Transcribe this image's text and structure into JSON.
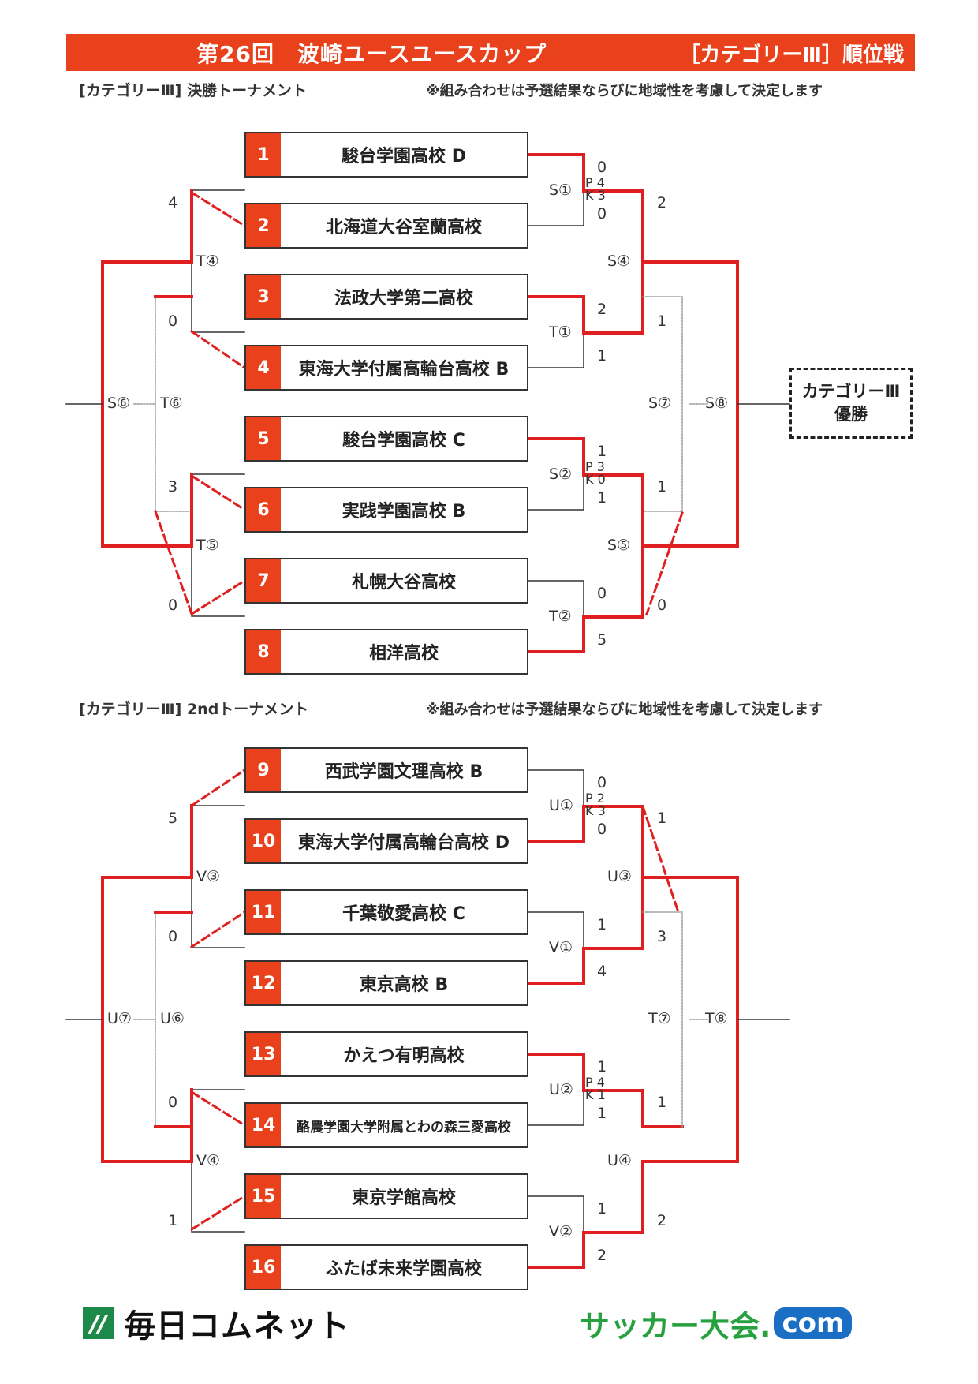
{
  "header": {
    "title": "第26回　波崎ユースユースカップ",
    "right": "［カテゴリーⅢ］順位戦"
  },
  "sections": [
    {
      "title": "[カテゴリーⅢ] 決勝トーナメント",
      "note": "※組み合わせは予選結果ならびに地域性を考慮して決定します"
    },
    {
      "title": "[カテゴリーⅢ] 2ndトーナメント",
      "note": "※組み合わせは予選結果ならびに地域性を考慮して決定します"
    }
  ],
  "teams": [
    {
      "seed": "1",
      "name": "駿台学園高校 D"
    },
    {
      "seed": "2",
      "name": "北海道大谷室蘭高校"
    },
    {
      "seed": "3",
      "name": "法政大学第二高校"
    },
    {
      "seed": "4",
      "name": "東海大学付属高輪台高校 B"
    },
    {
      "seed": "5",
      "name": "駿台学園高校 C"
    },
    {
      "seed": "6",
      "name": "実践学園高校 B"
    },
    {
      "seed": "7",
      "name": "札幌大谷高校"
    },
    {
      "seed": "8",
      "name": "相洋高校"
    },
    {
      "seed": "9",
      "name": "西武学園文理高校 B"
    },
    {
      "seed": "10",
      "name": "東海大学付属高輪台高校 D"
    },
    {
      "seed": "11",
      "name": "千葉敬愛高校 C"
    },
    {
      "seed": "12",
      "name": "東京高校 B"
    },
    {
      "seed": "13",
      "name": "かえつ有明高校"
    },
    {
      "seed": "14",
      "name": "酪農学園大学附属とわの森三愛高校"
    },
    {
      "seed": "15",
      "name": "東京学館高校"
    },
    {
      "seed": "16",
      "name": "ふたば未来学園高校"
    }
  ],
  "match_labels": {
    "s1": "S①",
    "s2": "S②",
    "t1": "T①",
    "t2": "T②",
    "s4": "S④",
    "s5": "S⑤",
    "t4": "T④",
    "t5": "T⑤",
    "s6": "S⑥",
    "t6": "T⑥",
    "s7": "S⑦",
    "s8": "S⑧",
    "u1": "U①",
    "u2": "U②",
    "v1": "V①",
    "v2": "V②",
    "u3": "U③",
    "u4": "U④",
    "v3": "V③",
    "v4": "V④",
    "u7": "U⑦",
    "u6": "U⑥",
    "t7": "T⑦",
    "t8": "T⑧"
  },
  "scores": {
    "s1_top": "0",
    "s1_bot": "0",
    "s1_pk": "P 4",
    "s1_pk2": "K 3",
    "s2_top": "1",
    "s2_bot": "1",
    "s2_pk": "P 3",
    "s2_pk2": "K 0",
    "t1_top": "2",
    "t1_bot": "1",
    "t2_top": "0",
    "t2_bot": "5",
    "s4_top": "2",
    "s4_bot": "1",
    "s5_top": "1",
    "s5_bot": "0",
    "t4_top": "4",
    "t4_bot": "0",
    "t5_top": "3",
    "t5_bot": "0",
    "u1_top": "0",
    "u1_bot": "0",
    "u1_pk": "P 2",
    "u1_pk2": "K 3",
    "u2_top": "1",
    "u2_bot": "1",
    "u2_pk": "P 4",
    "u2_pk2": "K 1",
    "v1_top": "1",
    "v1_bot": "4",
    "v2_top": "1",
    "v2_bot": "2",
    "u3_top": "1",
    "u3_bot": "3",
    "u4_top": "1",
    "u4_bot": "2",
    "v3_top": "5",
    "v3_bot": "0",
    "v4_top": "0",
    "v4_bot": "1"
  },
  "champion": {
    "line1": "カテゴリーⅢ",
    "line2": "優勝"
  },
  "footer": {
    "left_logo": "毎日コムネット",
    "right_logo": "サッカー大会.",
    "right_logo_com": "com"
  },
  "colors": {
    "accent": "#e8411c",
    "line": "#333333",
    "win": "#e02020"
  }
}
